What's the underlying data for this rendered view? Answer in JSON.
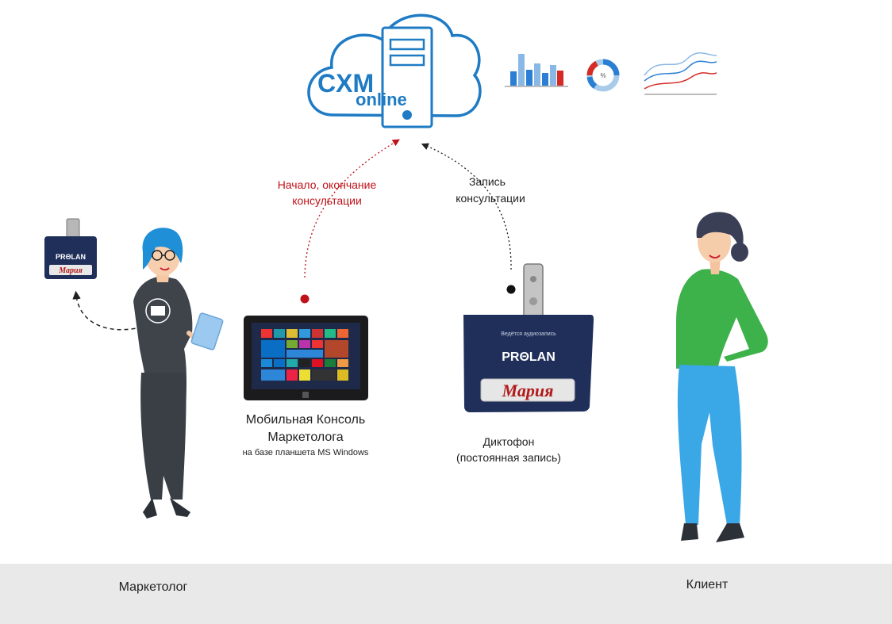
{
  "cloud": {
    "brand_main": "CXM",
    "brand_sub": "online"
  },
  "arrows": {
    "left_label_line1": "Начало, окончание",
    "left_label_line2": "консультации",
    "right_label_line1": "Запись",
    "right_label_line2": "консультации"
  },
  "badge": {
    "brand": "PRΘLAN",
    "name": "Мария",
    "top_text": "Ведётся аудиозапись"
  },
  "tablet": {
    "title_line1": "Мобильная Консоль",
    "title_line2": "Маркетолога",
    "subtitle": "на базе планшета MS Windows"
  },
  "recorder": {
    "label_line1": "Диктофон",
    "label_line2": "(постоянная запись)"
  },
  "people": {
    "marketer": "Маркетолог",
    "client": "Клиент"
  },
  "colors": {
    "cloud_blue": "#1e7bc4",
    "accent_red": "#c0121a",
    "badge_navy": "#1f2f5a",
    "marketer_hair": "#1f8fd8",
    "client_sweater": "#3db14a",
    "client_jeans": "#3aa7e6"
  }
}
